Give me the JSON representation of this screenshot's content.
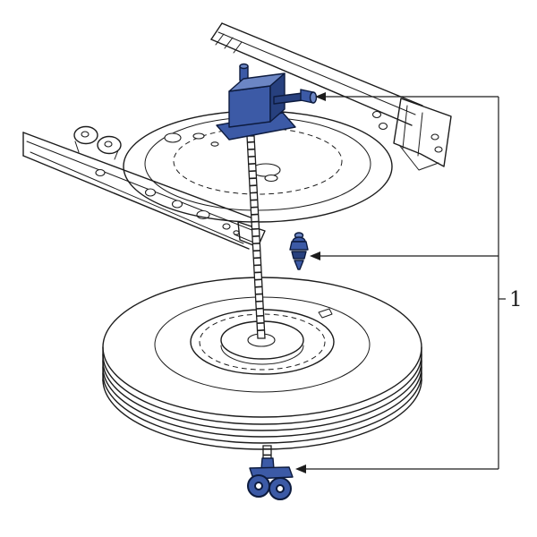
{
  "figure": {
    "type": "parts-diagram",
    "callout": {
      "label": "1"
    },
    "parts": [
      {
        "id": "winch-assembly",
        "highlighted": true
      },
      {
        "id": "retainer-clip",
        "highlighted": true
      },
      {
        "id": "rod-retainer",
        "highlighted": true
      }
    ]
  },
  "colors": {
    "background": "#ffffff",
    "line": "#1c1c1c",
    "part_fill": "#3c5aa6",
    "part_fill_light": "#6c86c4",
    "part_fill_dark": "#27407e",
    "part_outline": "#0d1b3e"
  }
}
